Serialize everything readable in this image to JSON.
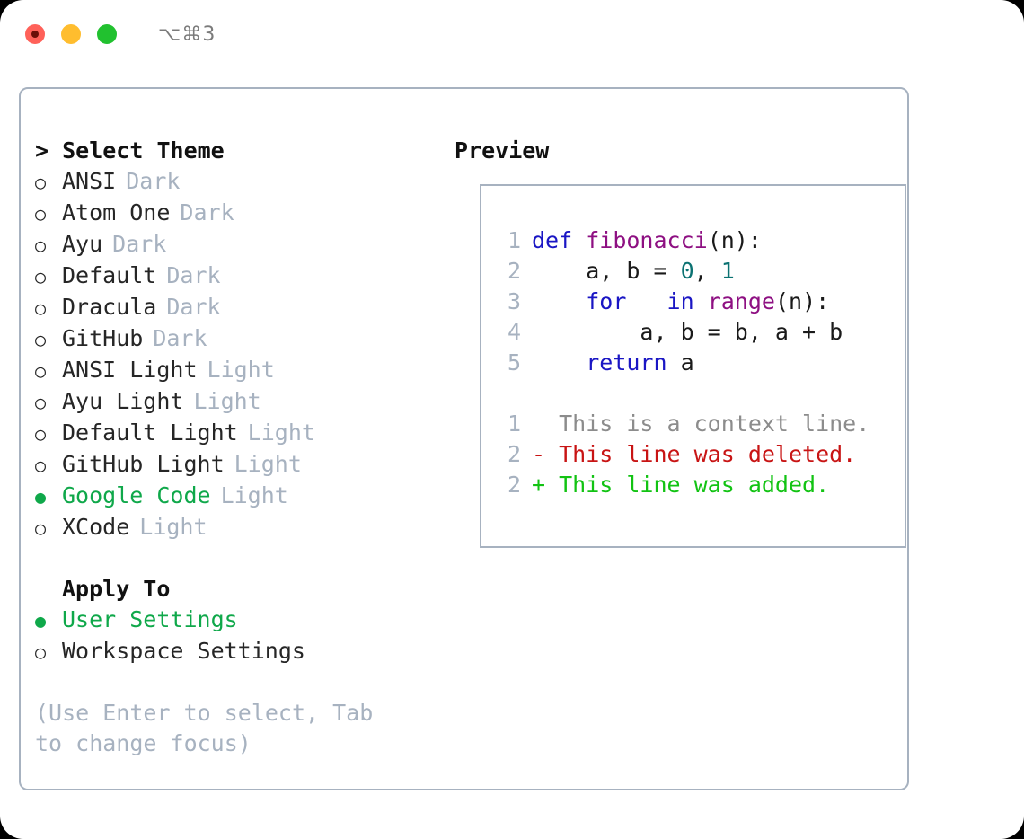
{
  "window": {
    "traffic_lights": [
      "close",
      "minimize",
      "maximize"
    ],
    "shortcut": "⌥⌘3"
  },
  "theme_panel": {
    "heading": "> Select Theme",
    "options": [
      {
        "bullet": "○",
        "label": "ANSI",
        "tag": "Dark",
        "selected": false
      },
      {
        "bullet": "○",
        "label": "Atom One",
        "tag": "Dark",
        "selected": false
      },
      {
        "bullet": "○",
        "label": "Ayu",
        "tag": "Dark",
        "selected": false
      },
      {
        "bullet": "○",
        "label": "Default",
        "tag": "Dark",
        "selected": false
      },
      {
        "bullet": "○",
        "label": "Dracula",
        "tag": "Dark",
        "selected": false
      },
      {
        "bullet": "○",
        "label": "GitHub",
        "tag": "Dark",
        "selected": false
      },
      {
        "bullet": "○",
        "label": "ANSI Light",
        "tag": "Light",
        "selected": false
      },
      {
        "bullet": "○",
        "label": "Ayu Light",
        "tag": "Light",
        "selected": false
      },
      {
        "bullet": "○",
        "label": "Default Light",
        "tag": "Light",
        "selected": false
      },
      {
        "bullet": "○",
        "label": "GitHub Light",
        "tag": "Light",
        "selected": false
      },
      {
        "bullet": "●",
        "label": "Google Code",
        "tag": "Light",
        "selected": true
      },
      {
        "bullet": "○",
        "label": "XCode",
        "tag": "Light",
        "selected": false
      }
    ]
  },
  "apply_to_panel": {
    "heading": "Apply To",
    "options": [
      {
        "bullet": "●",
        "label": "User Settings",
        "selected": true
      },
      {
        "bullet": "○",
        "label": "Workspace Settings",
        "selected": false
      }
    ]
  },
  "hint": "(Use Enter to select, Tab to change focus)",
  "preview": {
    "heading": "Preview",
    "code_lines": [
      {
        "no": "1",
        "tokens": [
          {
            "t": "def ",
            "c": "tok-keyword"
          },
          {
            "t": "fibonacci",
            "c": "tok-function"
          },
          {
            "t": "(n):",
            "c": "tok-plain"
          }
        ]
      },
      {
        "no": "2",
        "tokens": [
          {
            "t": "    a, b = ",
            "c": "tok-plain"
          },
          {
            "t": "0",
            "c": "tok-number"
          },
          {
            "t": ", ",
            "c": "tok-plain"
          },
          {
            "t": "1",
            "c": "tok-number"
          }
        ]
      },
      {
        "no": "3",
        "tokens": [
          {
            "t": "    ",
            "c": "tok-plain"
          },
          {
            "t": "for",
            "c": "tok-keyword"
          },
          {
            "t": " _ ",
            "c": "tok-plain"
          },
          {
            "t": "in",
            "c": "tok-keyword"
          },
          {
            "t": " ",
            "c": "tok-plain"
          },
          {
            "t": "range",
            "c": "tok-function"
          },
          {
            "t": "(n):",
            "c": "tok-plain"
          }
        ]
      },
      {
        "no": "4",
        "tokens": [
          {
            "t": "        a, b = b, a + b",
            "c": "tok-plain"
          }
        ]
      },
      {
        "no": "5",
        "tokens": [
          {
            "t": "    ",
            "c": "tok-plain"
          },
          {
            "t": "return",
            "c": "tok-keyword"
          },
          {
            "t": " a",
            "c": "tok-plain"
          }
        ]
      }
    ],
    "diff_lines": [
      {
        "no": "1",
        "text": "  This is a context line.",
        "kind": "diff-context"
      },
      {
        "no": "2",
        "text": "- This line was deleted.",
        "kind": "diff-removed"
      },
      {
        "no": "2",
        "text": "+ This line was added.",
        "kind": "diff-added"
      }
    ]
  },
  "colors": {
    "accent_green": "#0fa84a",
    "muted": "#a7b2c0",
    "keyword": "#1a16c4",
    "function": "#8e1082",
    "number": "#0b7272",
    "diff_removed": "#c81414",
    "diff_added": "#12c313",
    "border": "#a7b2c0"
  }
}
